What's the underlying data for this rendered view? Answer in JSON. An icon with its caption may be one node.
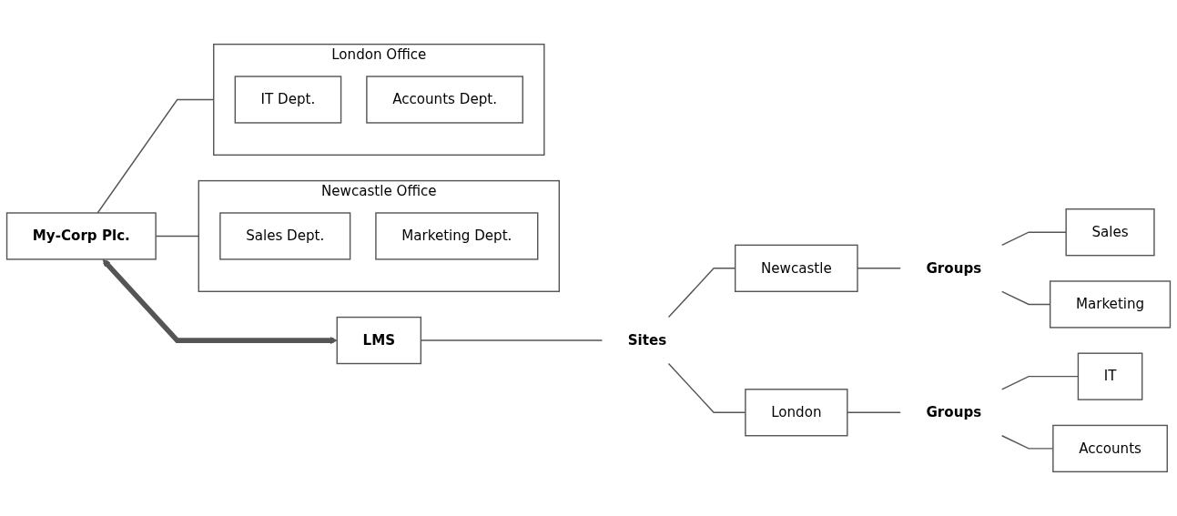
{
  "diagram": {
    "nodes": [
      {
        "text": [
          "My-Corp Plc."
        ]
      },
      {
        "text": [
          "Newcastle Office"
        ]
      },
      {
        "text": [
          "Sales Dept."
        ],
        "in": 1
      },
      {
        "text": [
          "Marketing Dept."
        ],
        "in": 1
      },
      {
        "text": [
          "London Office"
        ]
      },
      {
        "text": [
          "IT Dept."
        ],
        "in": 4
      },
      {
        "text": [
          "Accounts Dept."
        ],
        "in": 4
      },
      {
        "text": [
          "LMS"
        ]
      },
      {
        "text": [
          "Sites"
        ]
      },
      {
        "text": [
          "Newcastle"
        ]
      },
      {
        "text": [
          "Groups"
        ]
      },
      {
        "text": [
          "Sales"
        ]
      },
      {
        "text": [
          "Marketing"
        ]
      },
      {
        "text": [
          "London"
        ]
      },
      {
        "text": [
          "Groups"
        ]
      },
      {
        "text": [
          "IT"
        ]
      },
      {
        "text": [
          "Accounts"
        ]
      }
    ],
    "edges": [
      {
        "from": 0,
        "to": 1,
        "arrow": "none"
      },
      {
        "from": 0,
        "to": 4,
        "arrow": "none"
      },
      {
        "from": 0,
        "to": 7,
        "arrow": "both",
        "style": "thick"
      },
      {
        "from": 7,
        "to": 8,
        "arrow": "none"
      },
      {
        "from": 8,
        "to": 9,
        "arrow": "none"
      },
      {
        "from": 8,
        "to": 13,
        "arrow": "none"
      },
      {
        "from": 9,
        "to": 10,
        "arrow": "none"
      },
      {
        "from": 10,
        "to": 11,
        "arrow": "none"
      },
      {
        "from": 10,
        "to": 12,
        "arrow": "none"
      },
      {
        "from": 13,
        "to": 14,
        "arrow": "none"
      },
      {
        "from": 14,
        "to": 15,
        "arrow": "none"
      },
      {
        "from": 14,
        "to": 16,
        "arrow": "none"
      }
    ]
  }
}
